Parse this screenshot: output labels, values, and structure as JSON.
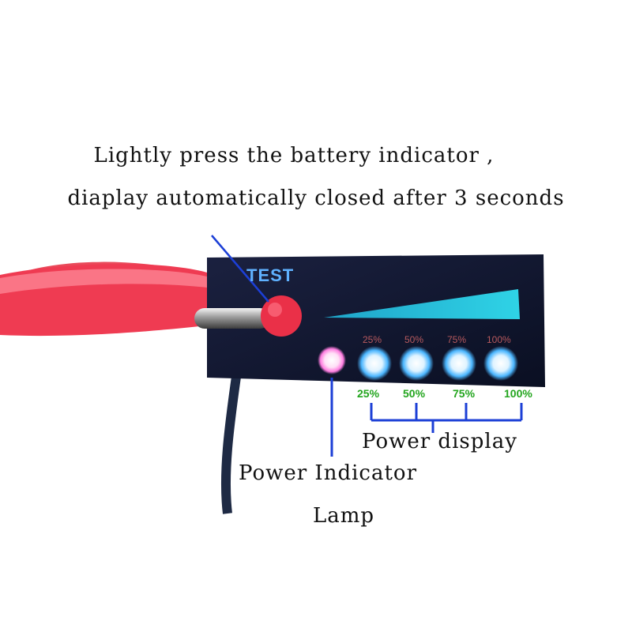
{
  "caption": {
    "line1": "Lightly press the battery indicator ,",
    "line2": "diaplay automatically closed after 3 seconds"
  },
  "board": {
    "button_label": "TEST",
    "top_levels": [
      "25%",
      "50%",
      "75%",
      "100%"
    ],
    "levels": [
      "25%",
      "50%",
      "75%",
      "100%"
    ]
  },
  "labels": {
    "power_display": "Power display",
    "power_indicator": "Power Indicator",
    "lamp": "Lamp"
  },
  "colors": {
    "board": "#0f1530",
    "led_blue": "#4bb6ff",
    "led_power": "#ff7de0",
    "pointer": "#1c3fd6",
    "level_text": "#23a51e"
  }
}
